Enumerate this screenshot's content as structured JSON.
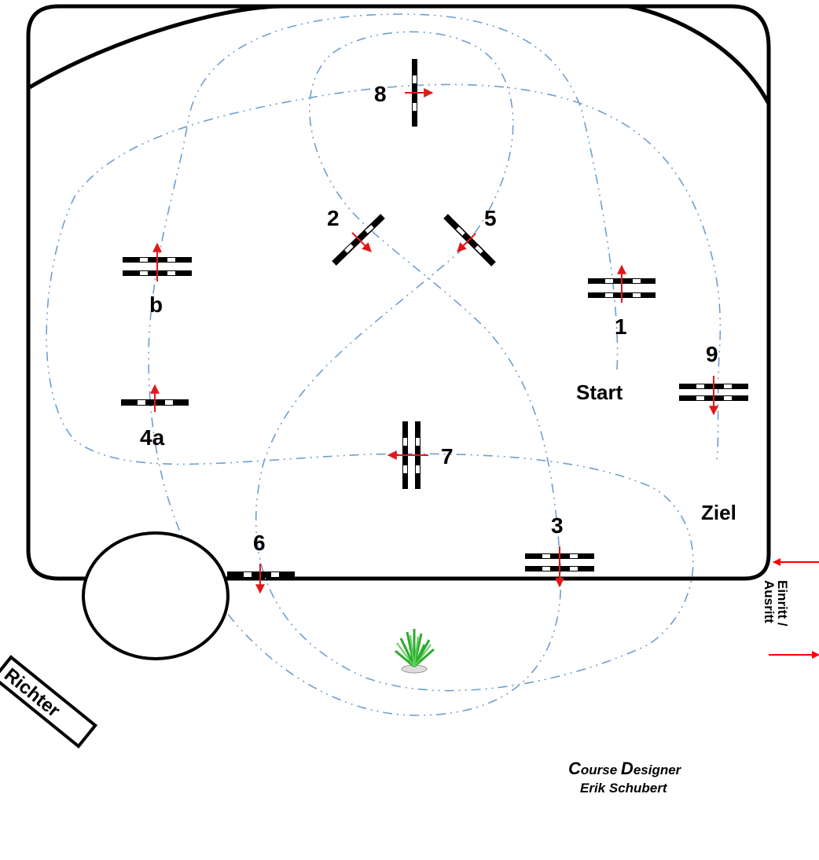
{
  "obstacles": [
    {
      "id": "1",
      "label": "1"
    },
    {
      "id": "2",
      "label": "2"
    },
    {
      "id": "3",
      "label": "3"
    },
    {
      "id": "4a",
      "label": "4a"
    },
    {
      "id": "b",
      "label": "b"
    },
    {
      "id": "5",
      "label": "5"
    },
    {
      "id": "6",
      "label": "6"
    },
    {
      "id": "7",
      "label": "7"
    },
    {
      "id": "8",
      "label": "8"
    },
    {
      "id": "9",
      "label": "9"
    }
  ],
  "labels": {
    "start": "Start",
    "finish": "Ziel",
    "judge": "Richter",
    "entry_line1": "Einritt /",
    "entry_line2": "Ausritt"
  },
  "designer": {
    "title_c": "C",
    "title_ourse": "ourse ",
    "title_d": "D",
    "title_esigner": "esigner",
    "name": "Erik Schubert"
  },
  "colors": {
    "route": "#6f9fd0",
    "arrow": "#e01818",
    "outline": "#000000"
  }
}
